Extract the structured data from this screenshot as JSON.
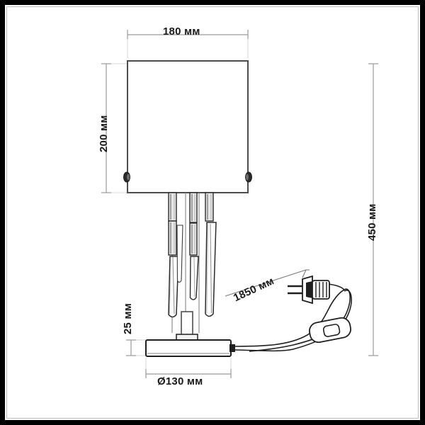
{
  "drawing": {
    "title": "Table lamp technical dimension drawing",
    "product": "table-lamp-with-crystal-pendants",
    "units": "мм",
    "line_color": "#4d4d4d",
    "dim_line_color": "#9a9a9a",
    "text_color": "#1a1a1a",
    "frame_color": "#000000",
    "background": "#ffffff"
  },
  "dimensions": {
    "shade_width": {
      "label": "180 мм",
      "value": 180,
      "orientation": "horizontal",
      "position": "top"
    },
    "shade_height": {
      "label": "200 мм",
      "value": 200,
      "orientation": "vertical",
      "position": "left-upper"
    },
    "total_height": {
      "label": "450 мм",
      "value": 450,
      "orientation": "vertical",
      "position": "right"
    },
    "base_height": {
      "label": "25 мм",
      "value": 25,
      "orientation": "vertical",
      "position": "left-lower"
    },
    "base_diameter": {
      "label": "Ø130 мм",
      "value": 130,
      "orientation": "horizontal",
      "position": "bottom"
    },
    "cord_length": {
      "label": "1850 мм",
      "value": 1850,
      "orientation": "diagonal",
      "position": "cord-leader"
    }
  },
  "parts": {
    "shade": "lamp-shade",
    "shade_fitting_left": "shade-fitting-left",
    "shade_fitting_right": "shade-fitting-right",
    "crystal_pendants": "crystal-pendants",
    "stem": "lamp-stem",
    "base": "lamp-base",
    "cord": "power-cord",
    "inline_switch": "inline-rocker-switch",
    "plug": "two-prong-plug"
  }
}
